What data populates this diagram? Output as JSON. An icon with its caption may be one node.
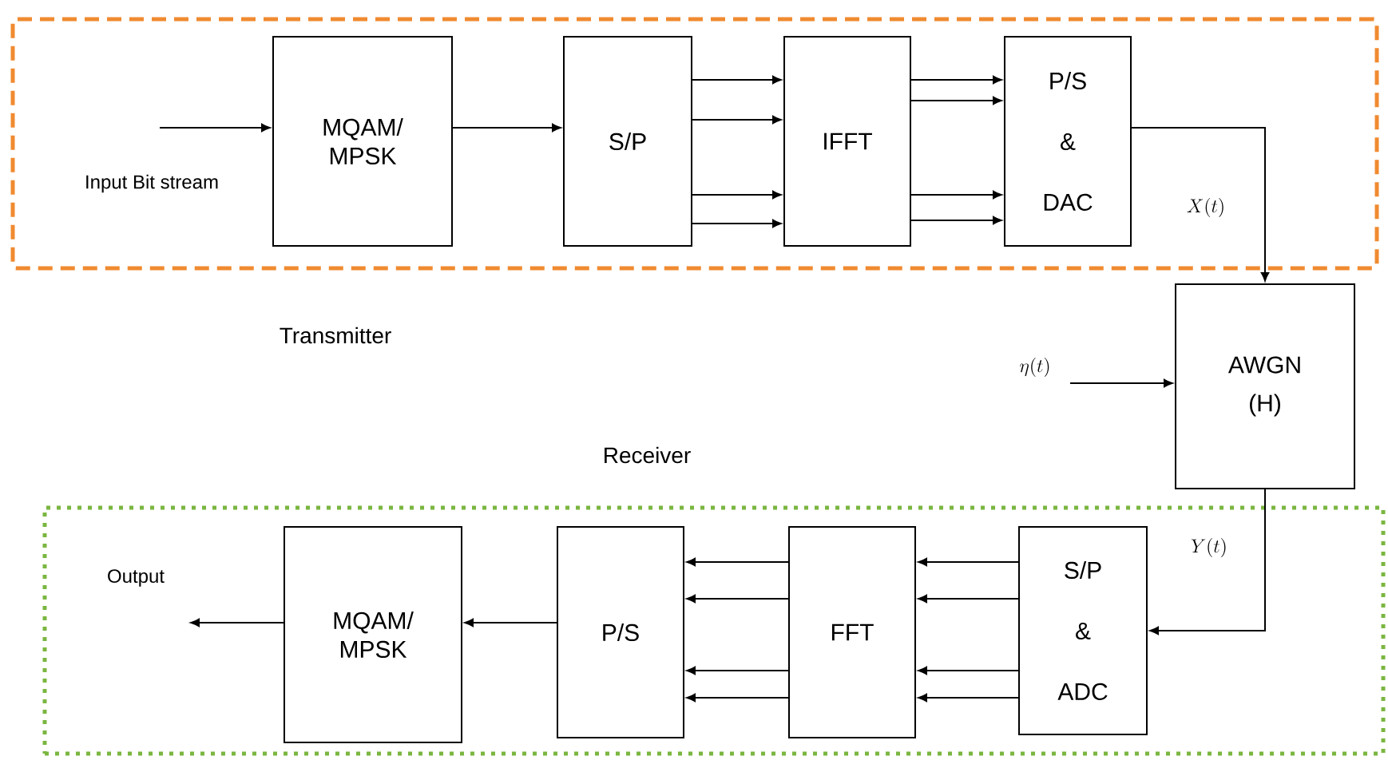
{
  "diagram": {
    "nodes": [
      {
        "text": [
          "Transmitter"
        ]
      },
      {
        "text": [
          "MQAM/ MPSK"
        ],
        "in": 0
      },
      {
        "text": [
          "S/P"
        ],
        "in": 0
      },
      {
        "text": [
          "IFFT"
        ],
        "in": 0
      },
      {
        "text": [
          "P/S & DAC"
        ],
        "in": 0
      },
      {
        "text": [
          "AWGN (H)"
        ]
      },
      {
        "text": [
          "Receiver"
        ]
      },
      {
        "text": [
          "MQAM/ MPSK"
        ],
        "in": 6
      },
      {
        "text": [
          "P/S"
        ],
        "in": 6
      },
      {
        "text": [
          "FFT"
        ],
        "in": 6
      },
      {
        "text": [
          "S/P & ADC"
        ],
        "in": 6
      }
    ],
    "edges": [
      {
        "from": null,
        "to": 1,
        "arrow": "to"
      },
      {
        "from": 1,
        "to": 2,
        "arrow": "to"
      },
      {
        "from": 2,
        "to": 3,
        "arrow": "to"
      },
      {
        "from": 2,
        "to": 3,
        "arrow": "to"
      },
      {
        "from": 2,
        "to": 3,
        "arrow": "to"
      },
      {
        "from": 2,
        "to": 3,
        "arrow": "to"
      },
      {
        "from": 3,
        "to": 4,
        "arrow": "to"
      },
      {
        "from": 3,
        "to": 4,
        "arrow": "to"
      },
      {
        "from": 3,
        "to": 4,
        "arrow": "to"
      },
      {
        "from": 3,
        "to": 4,
        "arrow": "to"
      },
      {
        "from": 4,
        "to": 5,
        "arrow": "to",
        "label": "X(t)"
      },
      {
        "from": null,
        "to": 5,
        "arrow": "to",
        "label": "\\eta(t)"
      },
      {
        "from": 5,
        "to": 10,
        "arrow": "to",
        "label": "Y(t)"
      },
      {
        "from": 10,
        "to": 9,
        "arrow": "to"
      },
      {
        "from": 10,
        "to": 9,
        "arrow": "to"
      },
      {
        "from": 10,
        "to": 9,
        "arrow": "to"
      },
      {
        "from": 10,
        "to": 9,
        "arrow": "to"
      },
      {
        "from": 9,
        "to": 8,
        "arrow": "to"
      },
      {
        "from": 9,
        "to": 8,
        "arrow": "to"
      },
      {
        "from": 9,
        "to": 8,
        "arrow": "to"
      },
      {
        "from": 9,
        "to": 8,
        "arrow": "to"
      },
      {
        "from": 8,
        "to": 7,
        "arrow": "to"
      },
      {
        "from": 7,
        "to": null,
        "arrow": "to"
      }
    ],
    "labels": [
      "Input Bit stream",
      "Output"
    ]
  }
}
